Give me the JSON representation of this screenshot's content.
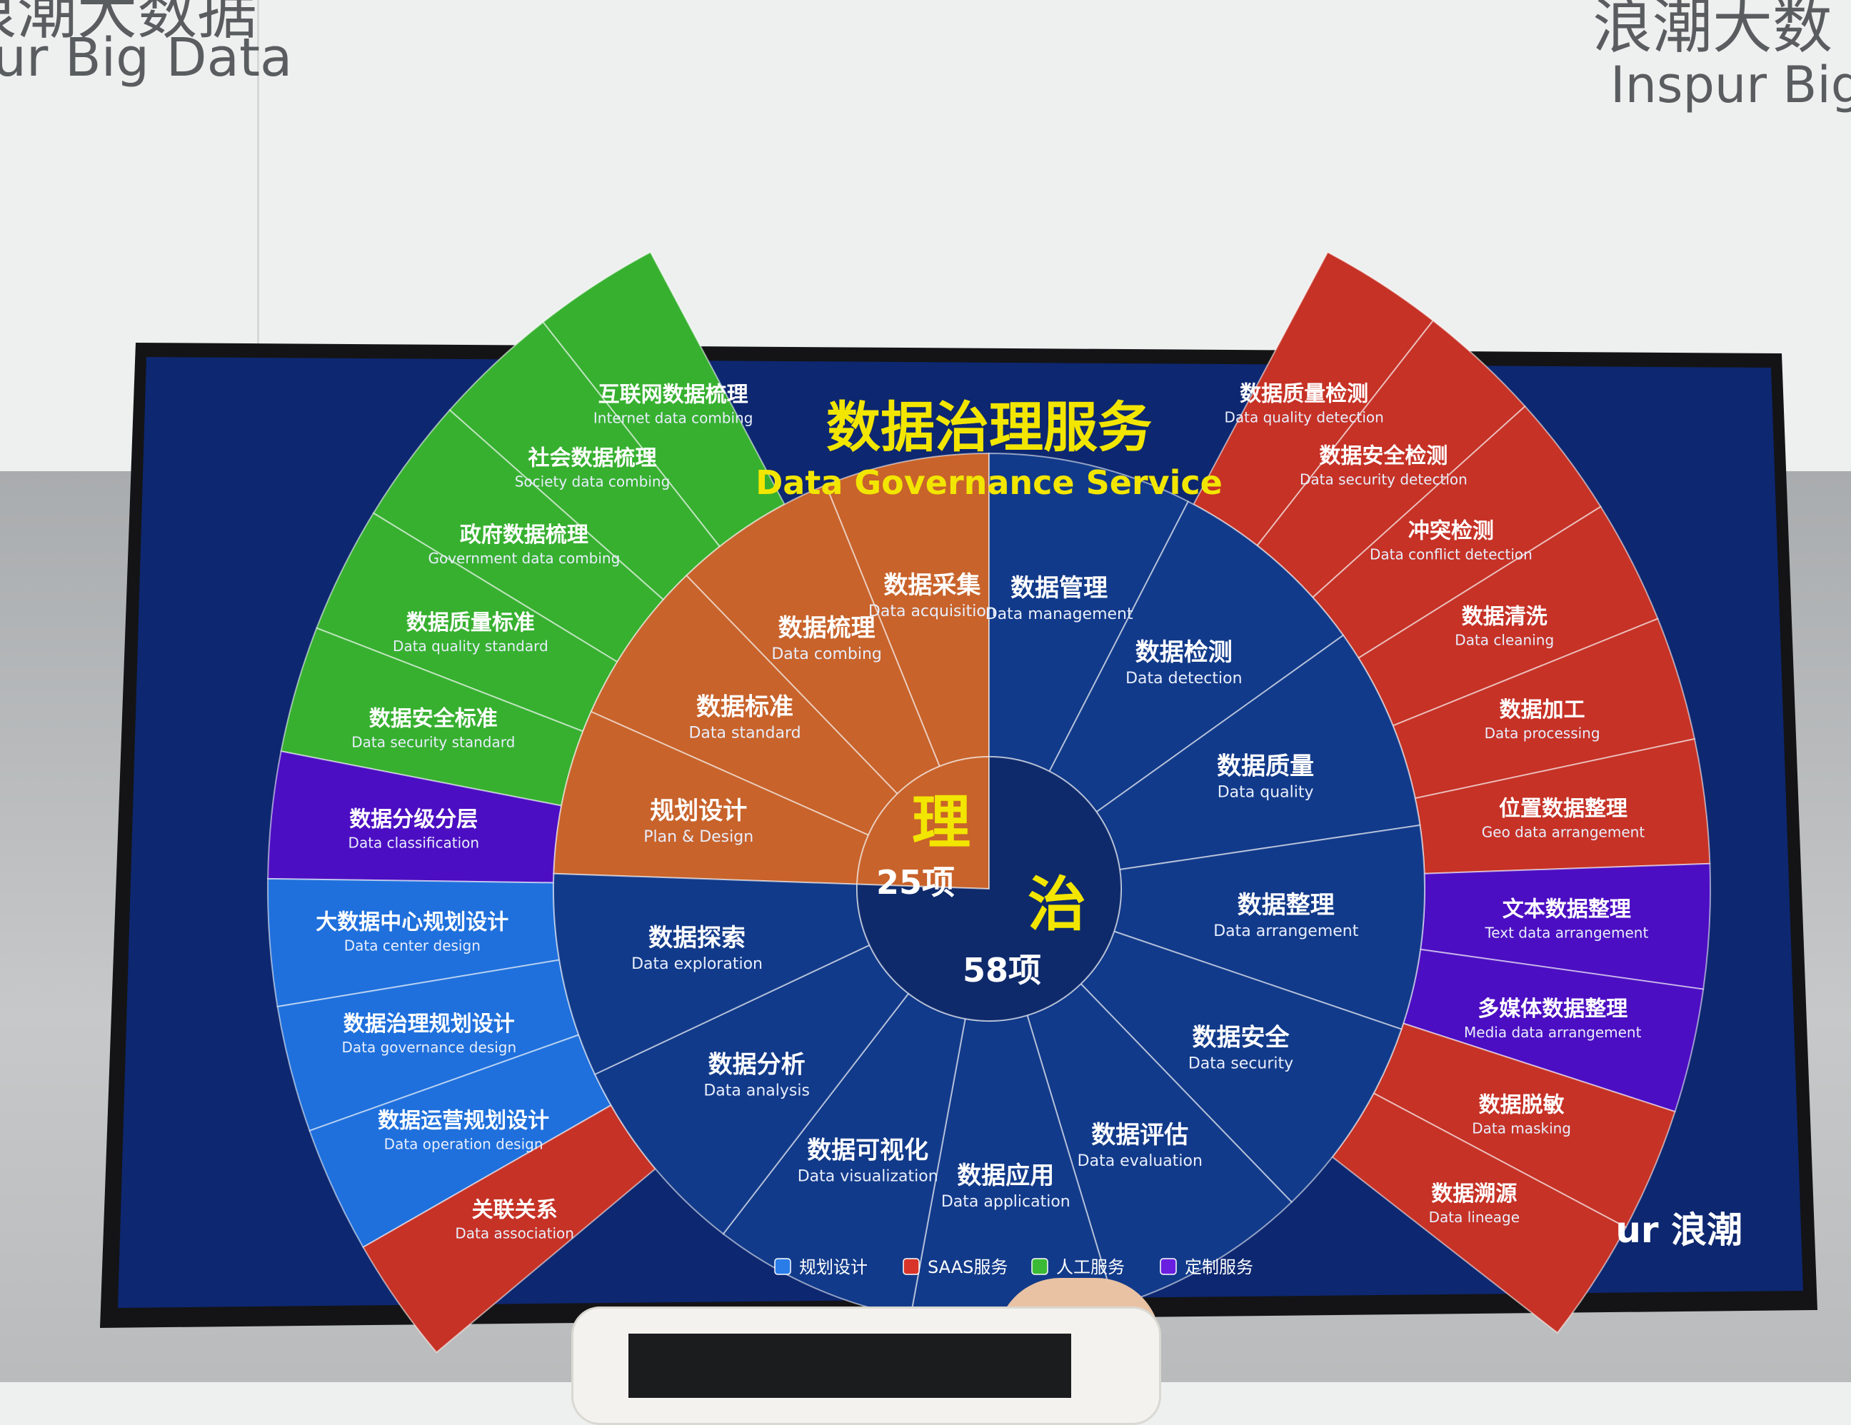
{
  "background_text": {
    "left_line1": "浪潮大数据",
    "left_line2": "ur Big Data",
    "right_line1": "浪潮大数",
    "right_line2": "Inspur Big"
  },
  "slide": {
    "title_cn": "数据治理服务",
    "title_en": "Data Governance Service",
    "center_li": "理",
    "center_li_count": "25项",
    "center_zhi": "治",
    "center_zhi_count": "58项",
    "brand": "ur 浪潮"
  },
  "colors": {
    "navy": "#0e2a6b",
    "orange": "#c8632b",
    "green": "#37b030",
    "red": "#c63226",
    "purple": "#4c0ec2",
    "blue": "#1f70dc",
    "title_yellow": "#f2e600"
  },
  "legend": [
    {
      "label": "规划设计",
      "color": "#2a7de8"
    },
    {
      "label": "SAAS服务",
      "color": "#d8342a"
    },
    {
      "label": "人工服务",
      "color": "#3bbb35"
    },
    {
      "label": "定制服务",
      "color": "#6a1fe0"
    }
  ],
  "inner_li": [
    {
      "cn": "数据采集",
      "en": "Data acquisition"
    },
    {
      "cn": "数据梳理",
      "en": "Data combing"
    },
    {
      "cn": "数据标准",
      "en": "Data standard"
    },
    {
      "cn": "规划设计",
      "en": "Plan & Design"
    }
  ],
  "inner_zhi": [
    {
      "cn": "数据管理",
      "en": "Data management"
    },
    {
      "cn": "数据检测",
      "en": "Data detection"
    },
    {
      "cn": "数据质量",
      "en": "Data quality"
    },
    {
      "cn": "数据整理",
      "en": "Data arrangement"
    },
    {
      "cn": "数据安全",
      "en": "Data security"
    },
    {
      "cn": "数据评估",
      "en": "Data evaluation"
    },
    {
      "cn": "数据应用",
      "en": "Data application"
    },
    {
      "cn": "数据可视化",
      "en": "Data visualization"
    },
    {
      "cn": "数据分析",
      "en": "Data analysis"
    },
    {
      "cn": "数据探索",
      "en": "Data exploration"
    }
  ],
  "outer_green": [
    {
      "cn": "互联网数据梳理",
      "en": "Internet data combing"
    },
    {
      "cn": "社会数据梳理",
      "en": "Society data combing"
    },
    {
      "cn": "政府数据梳理",
      "en": "Government data combing"
    },
    {
      "cn": "数据质量标准",
      "en": "Data quality standard"
    },
    {
      "cn": "数据安全标准",
      "en": "Data security standard"
    }
  ],
  "outer_purple_left": [
    {
      "cn": "数据分级分层",
      "en": "Data classification"
    }
  ],
  "outer_blue": [
    {
      "cn": "大数据中心规划设计",
      "en": "Data center design"
    },
    {
      "cn": "数据治理规划设计",
      "en": "Data governance design"
    },
    {
      "cn": "数据运营规划设计",
      "en": "Data operation design"
    }
  ],
  "outer_red_left": [
    {
      "cn": "关联关系",
      "en": "Data association"
    }
  ],
  "outer_red_right": [
    {
      "cn": "数据质量检测",
      "en": "Data quality detection"
    },
    {
      "cn": "数据安全检测",
      "en": "Data security detection"
    },
    {
      "cn": "冲突检测",
      "en": "Data conflict detection"
    },
    {
      "cn": "数据清洗",
      "en": "Data cleaning"
    },
    {
      "cn": "数据加工",
      "en": "Data processing"
    },
    {
      "cn": "位置数据整理",
      "en": "Geo data arrangement"
    }
  ],
  "outer_purple_right": [
    {
      "cn": "文本数据整理",
      "en": "Text data arrangement"
    },
    {
      "cn": "多媒体数据整理",
      "en": "Media data arrangement"
    }
  ],
  "outer_red_right_bottom": [
    {
      "cn": "数据脱敏",
      "en": "Data masking"
    },
    {
      "cn": "数据溯源",
      "en": "Data lineage"
    }
  ]
}
